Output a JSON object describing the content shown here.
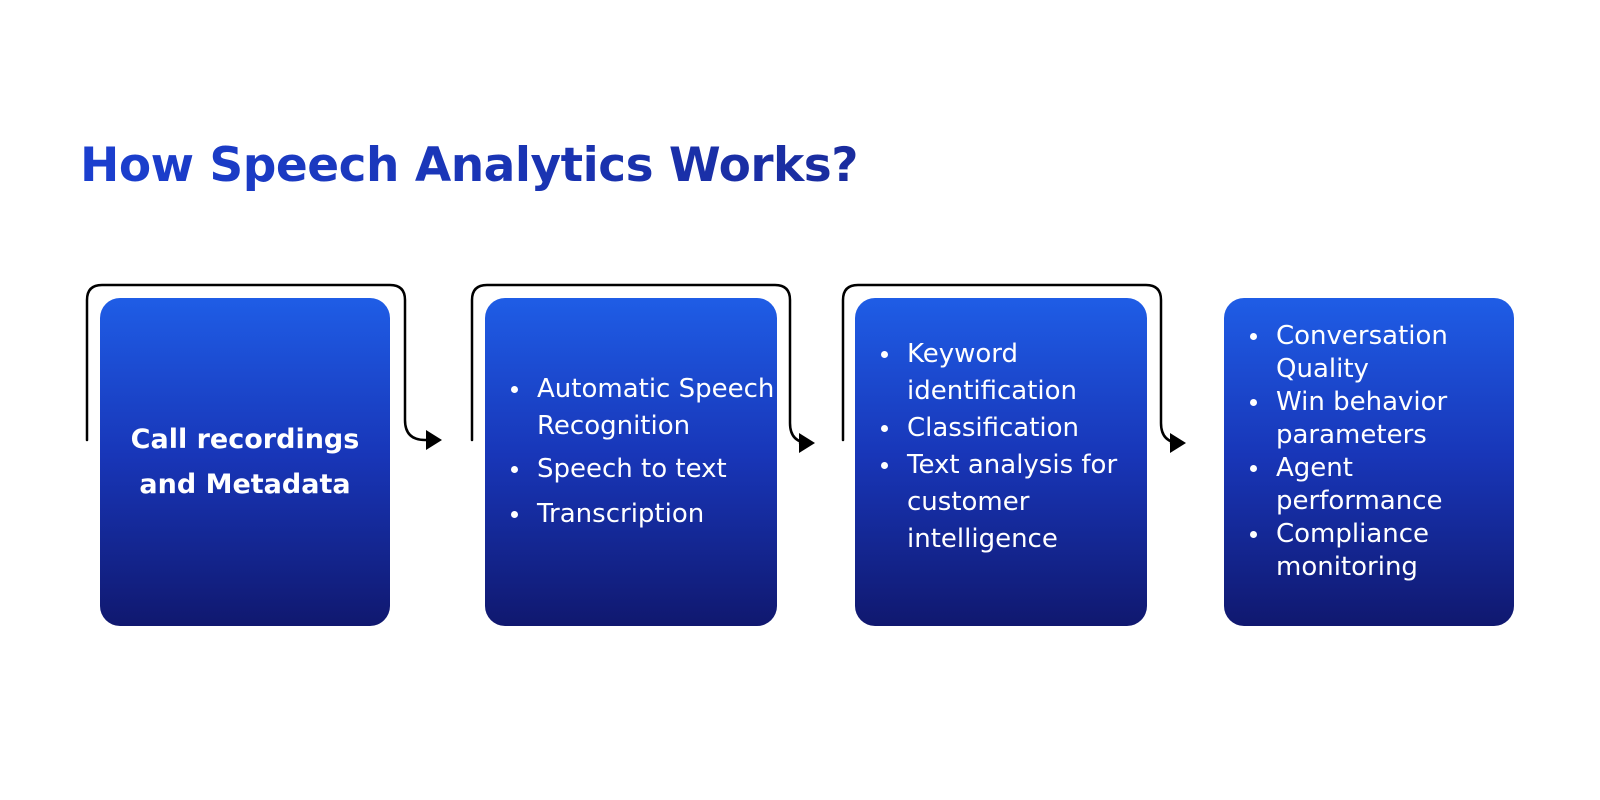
{
  "title": "How Speech Analytics Works?",
  "colors": {
    "title": "#1c35b5",
    "card_top": "#1f5de6",
    "card_bottom": "#10186f",
    "connector": "#000000"
  },
  "steps": [
    {
      "heading": "Call recordings and Metadata"
    },
    {
      "items": [
        "Automatic Speech Recognition",
        "Speech to text",
        "Transcription"
      ]
    },
    {
      "items": [
        "Keyword identification",
        "Classification",
        "Text analysis for customer intelligence"
      ]
    },
    {
      "items": [
        "Conversation Quality",
        "Win behavior parameters",
        "Agent performance",
        "Compliance monitoring"
      ]
    }
  ]
}
